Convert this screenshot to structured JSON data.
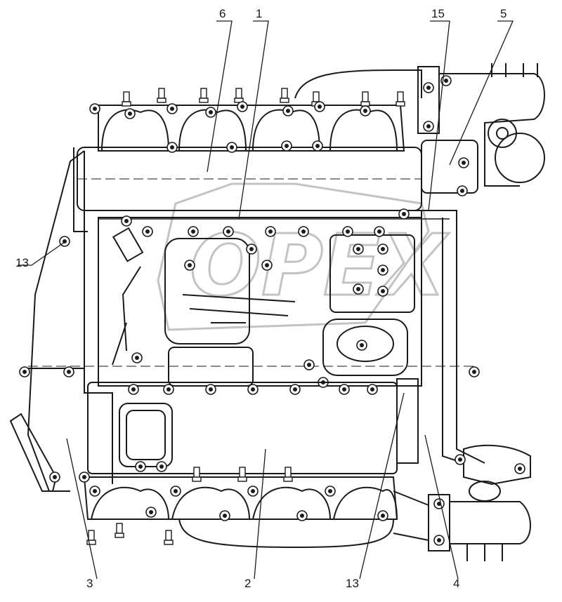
{
  "watermark": "OPEX",
  "callouts": [
    {
      "id": "1",
      "text": "1"
    },
    {
      "id": "2",
      "text": "2"
    },
    {
      "id": "3",
      "text": "3"
    },
    {
      "id": "4",
      "text": "4"
    },
    {
      "id": "5",
      "text": "5"
    },
    {
      "id": "6",
      "text": "6"
    },
    {
      "id": "13a",
      "text": "13"
    },
    {
      "id": "13b",
      "text": "13"
    },
    {
      "id": "15",
      "text": "15"
    }
  ],
  "colors": {
    "line": "#1a1a1a",
    "watermark": "#bdbdbd"
  }
}
